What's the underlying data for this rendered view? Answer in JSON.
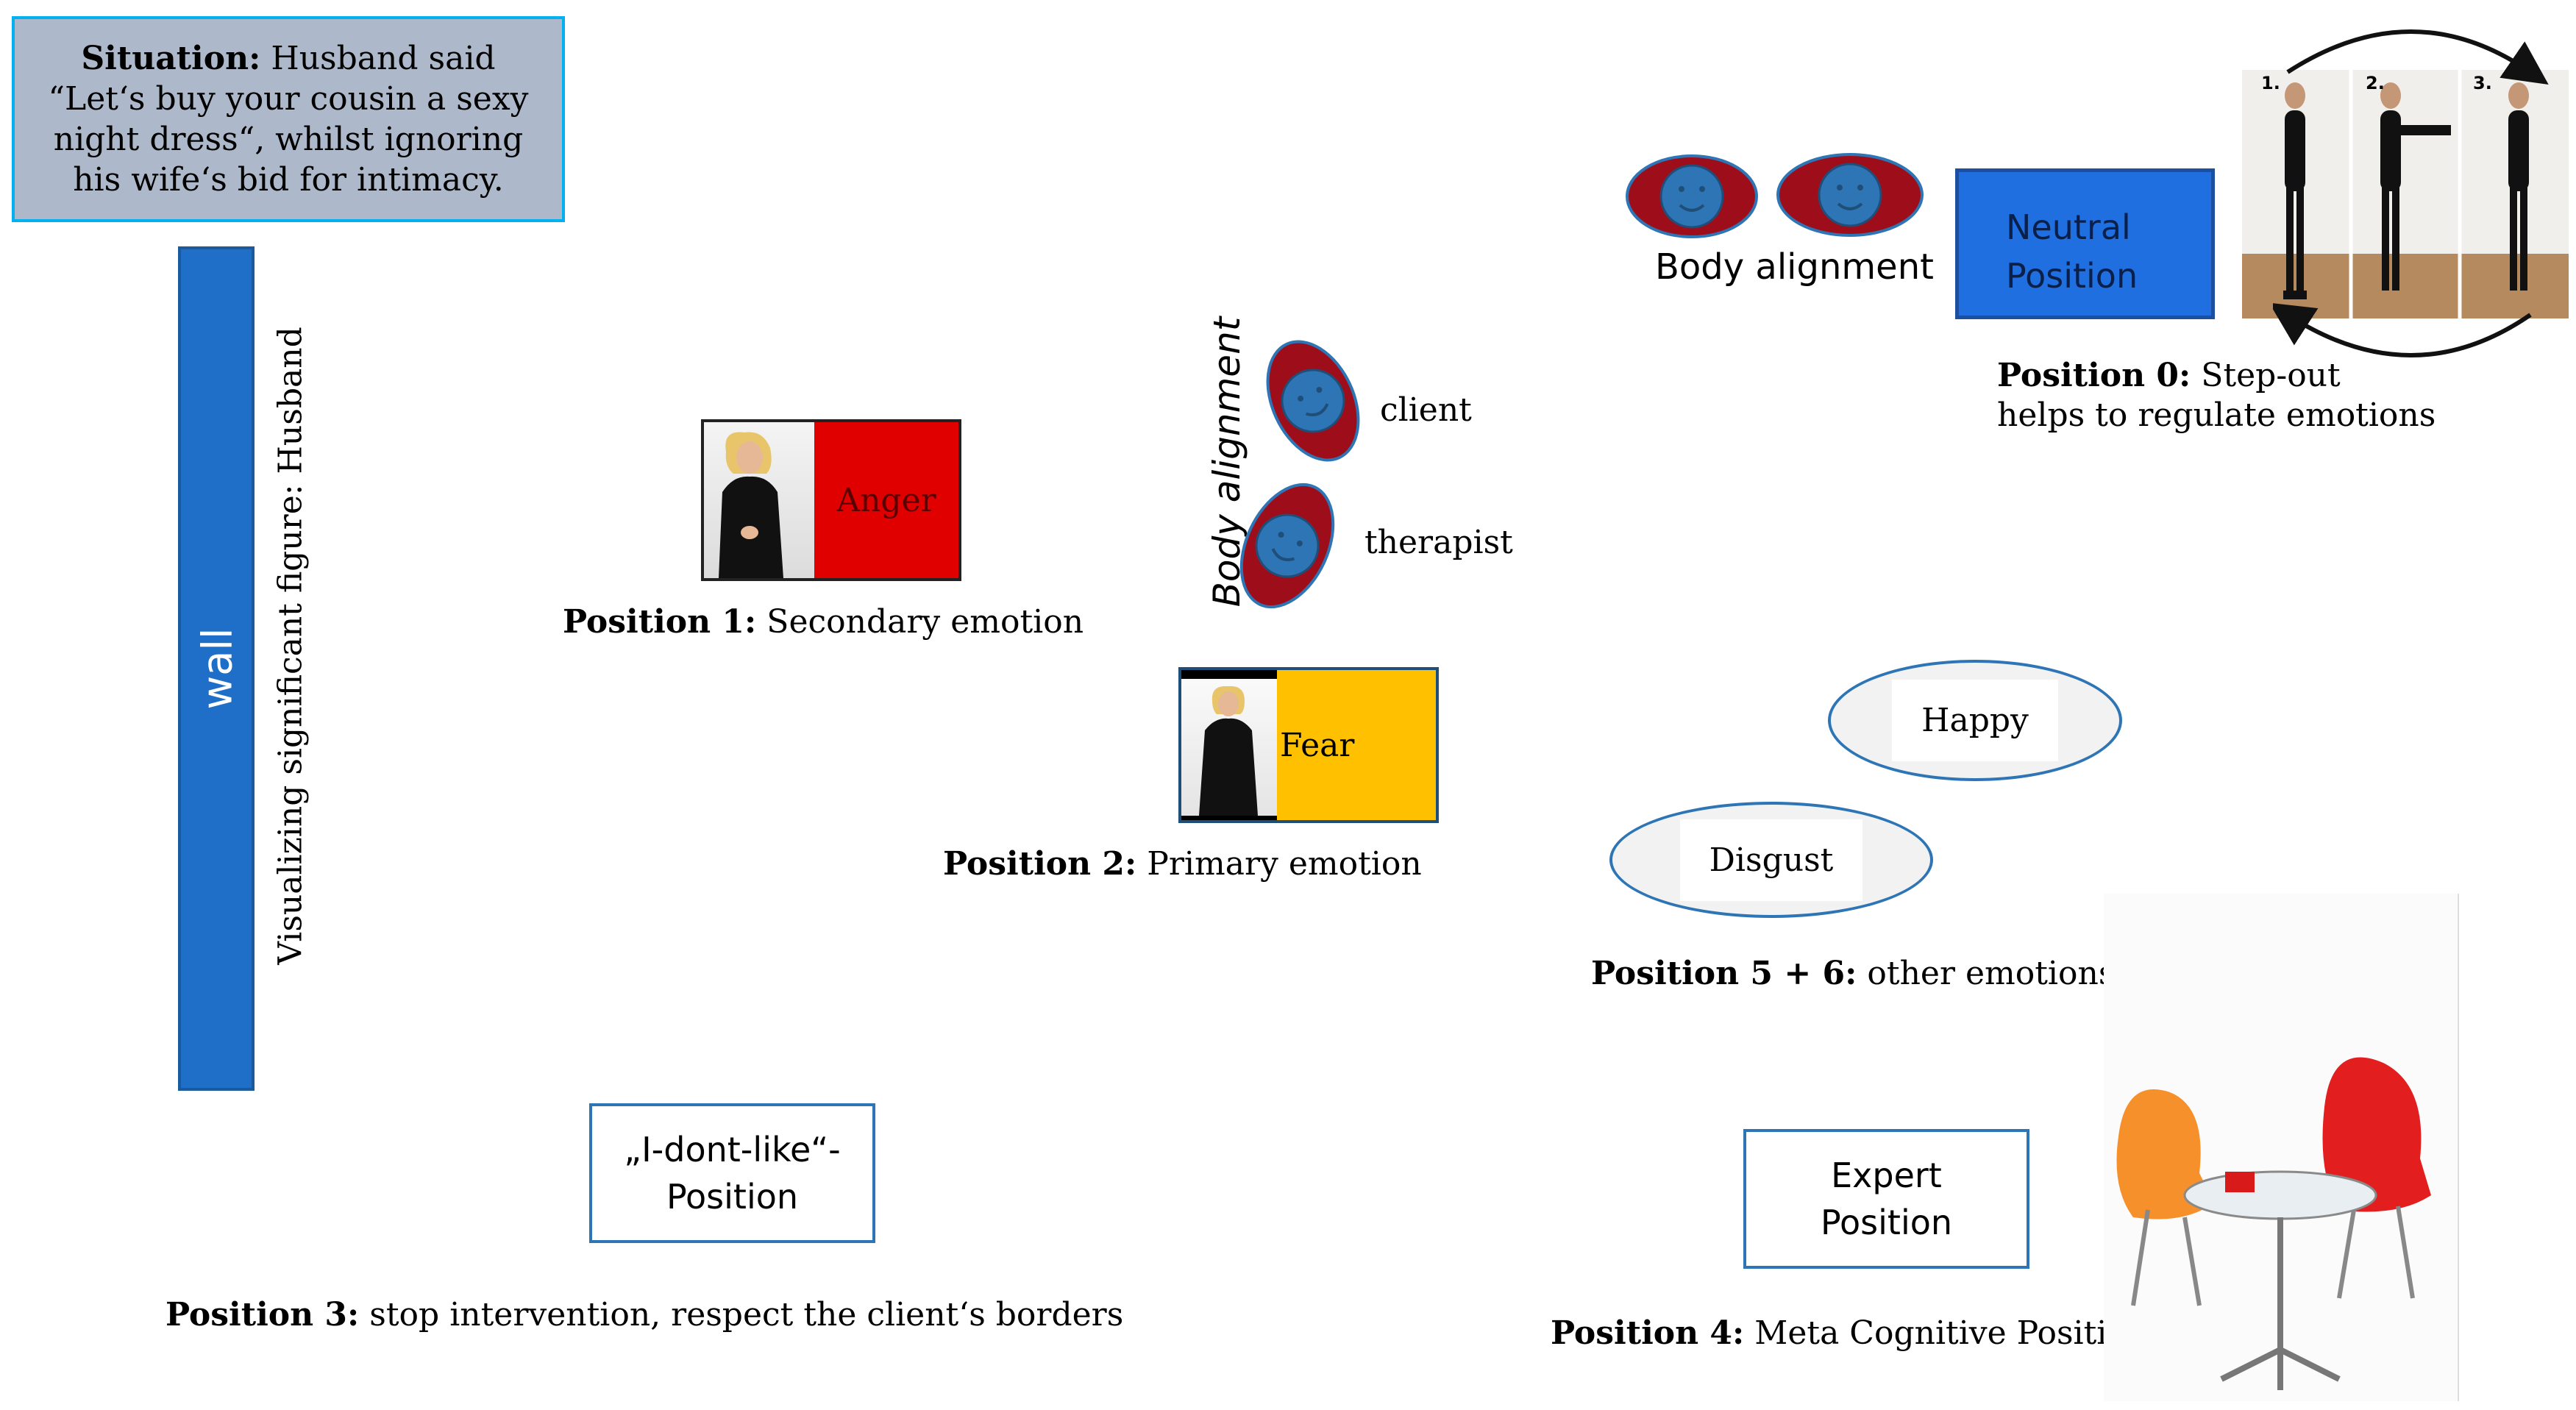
{
  "situation": {
    "label": "Situation:",
    "text": "Husband said “Let‘s buy your cousin a sexy night dress“, whilst ignoring his wife‘s bid for intimacy."
  },
  "wall": {
    "label": "wall",
    "caption": "Visualizing significant figure: Husband"
  },
  "position1": {
    "emotion": "Anger",
    "label": "Position 1:",
    "text": "Secondary emotion",
    "color": "#e00000"
  },
  "position2": {
    "emotion": "Fear",
    "label": "Position 2:",
    "text": "Primary emotion",
    "color": "#ffc000"
  },
  "body_alignment_vertical": {
    "title": "Body alignment",
    "client": "client",
    "therapist": "therapist"
  },
  "body_alignment_horizontal": {
    "title": "Body alignment"
  },
  "position0": {
    "box": "Neutral Position",
    "box_line1": "Neutral",
    "box_line2": "Position",
    "label": "Position 0:",
    "text_line1": "Step-out",
    "text_line2": "helps to regulate emotions",
    "steps": [
      "1.",
      "2.",
      "3."
    ]
  },
  "position56": {
    "emotion_a": "Happy",
    "emotion_b": "Disgust",
    "label": "Position 5 + 6:",
    "text": "other emotions"
  },
  "position3": {
    "box_line1": "„I-dont-like“-",
    "box_line2": "Position",
    "label": "Position 3:",
    "text": "stop intervention, respect the client‘s borders"
  },
  "position4": {
    "box_line1": "Expert",
    "box_line2": "Position",
    "label": "Position 4:",
    "text": "Meta Cognitive Position"
  },
  "colors": {
    "face_outer": "#9e0d1a",
    "face_inner": "#2e75b6",
    "neutral_box": "#1f6fe0",
    "wall": "#1f6fc8"
  }
}
